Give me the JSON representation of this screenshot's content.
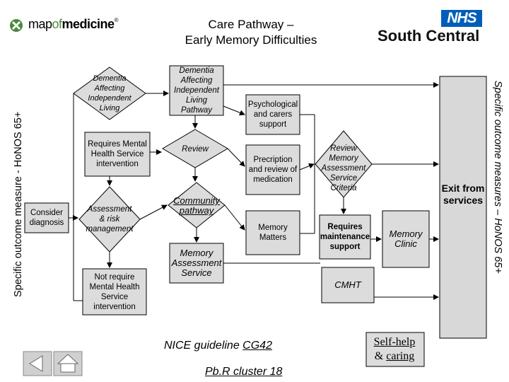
{
  "header": {
    "title_line1": "Care Pathway –",
    "title_line2": "Early Memory Difficulties",
    "brand_left": "map",
    "brand_mid": "of",
    "brand_right": "medicine",
    "brand_mark": "®",
    "nhs_badge": "NHS",
    "nhs_region": "South Central"
  },
  "side_labels": {
    "left": "Specific outcome measure - HoNOS 65+",
    "right": "Specific outcome measures – HoNOS 65+"
  },
  "nodes": {
    "consider_diagnosis": "Consider diagnosis",
    "dementia_affecting_living": "Dementia Affecting Independent Living",
    "requires_mh": "Requires Mental Health Service intervention",
    "assessment_risk": "Assessment & risk management",
    "not_require_mh": "Not require Mental Health Service intervention",
    "dementia_pathway": "Dementia Affecting Independent Living Pathway",
    "review": "Review",
    "community_pathway": "Community pathway",
    "memory_assessment_service": "Memory Assessment Service",
    "psych_support": "Psychological and carers support",
    "prescription": "Precription and review of medication",
    "memory_matters": "Memory Matters",
    "review_criteria": "Review Memory Assessment Service Criteria",
    "requires_maintenance": "Requires maintenance support",
    "cmht": "CMHT",
    "memory_clinic": "Memory Clinic",
    "exit_services": "Exit from services"
  },
  "footer": {
    "nice_prefix": "NICE guideline ",
    "nice_code": "CG42",
    "pbr": "Pb.R cluster 18",
    "self_help_line1": "Self-help",
    "self_help_amp": "& ",
    "self_help_caring": "caring"
  },
  "colors": {
    "node_fill": "#dcdcdc",
    "exit_fill": "#d8d8d8",
    "nhs_blue": "#005eb8",
    "brand_green": "#4a8a3c",
    "nav_button": "#d0d0d0"
  },
  "icons": [
    "map-of-medicine-logo-icon",
    "nhs-logo-icon",
    "back-arrow-icon",
    "home-icon"
  ]
}
